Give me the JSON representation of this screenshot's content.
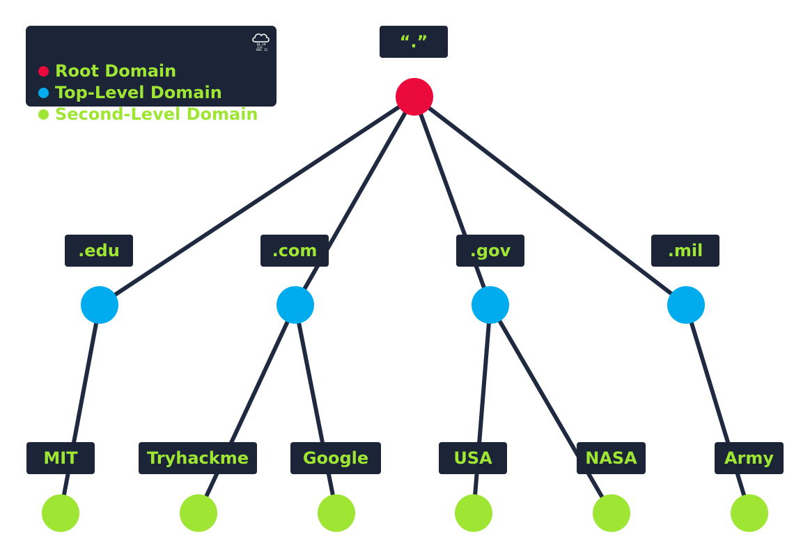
{
  "colors": {
    "root": "#eb0a3c",
    "tld": "#00aced",
    "sld": "#9fe534",
    "line": "#1f2a40",
    "box": "#1c2538"
  },
  "legend": {
    "logo_icon": "cloud-binary-icon",
    "items": [
      {
        "label": "Root Domain",
        "color_key": "root"
      },
      {
        "label": "Top-Level Domain",
        "color_key": "tld"
      },
      {
        "label": "Second-Level Domain",
        "color_key": "sld"
      }
    ]
  },
  "tree": {
    "root": {
      "label": "“.”"
    },
    "tlds": [
      {
        "label": ".edu",
        "children": [
          "MIT"
        ]
      },
      {
        "label": ".com",
        "children": [
          "Tryhackme",
          "Google"
        ]
      },
      {
        "label": ".gov",
        "children": [
          "USA",
          "NASA"
        ]
      },
      {
        "label": ".mil",
        "children": [
          "Army"
        ]
      }
    ]
  }
}
